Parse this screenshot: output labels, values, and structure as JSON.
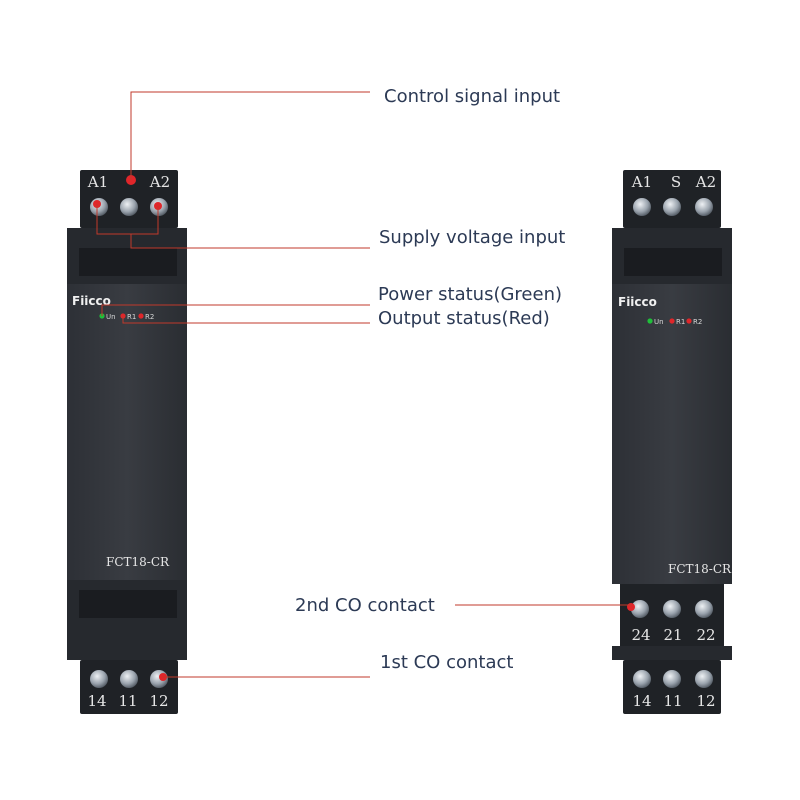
{
  "annotations": {
    "control_signal": "Control signal input",
    "supply_voltage": "Supply voltage input",
    "power_status": "Power status(Green)",
    "output_status": "Output status(Red)",
    "second_co": "2nd CO contact",
    "first_co": "1st CO contact"
  },
  "left_device": {
    "brand": "Fiicco",
    "model": "FCT18-CR",
    "top_terminals": [
      "A1",
      "A2"
    ],
    "bottom_terminals": [
      "14",
      "11",
      "12"
    ],
    "leds": [
      "Un",
      "R1",
      "R2"
    ]
  },
  "right_device": {
    "brand": "Fiicco",
    "model": "FCT18-CR",
    "top_terminals": [
      "A1",
      "S",
      "A2"
    ],
    "middle_terminals": [
      "24",
      "21",
      "22"
    ],
    "bottom_terminals": [
      "14",
      "11",
      "12"
    ],
    "leds": [
      "Un",
      "R1",
      "R2"
    ]
  },
  "colors": {
    "leader_line": "#c0392b",
    "label_text": "#2c3a55",
    "led_green": "#1fbf3a",
    "led_red": "#e0262a"
  }
}
